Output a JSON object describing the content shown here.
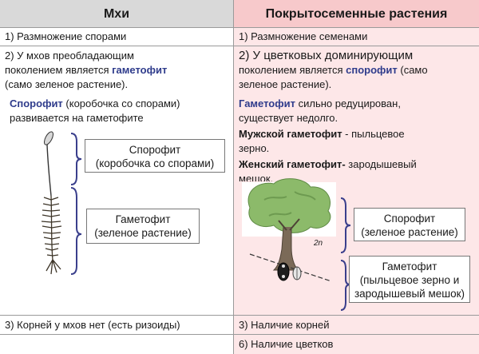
{
  "header": {
    "left": "Мхи",
    "right": "Покрытосеменные растения"
  },
  "mosses": {
    "row1": "1) Размножение спорами",
    "row2_line1": "2) У мхов преобладающим",
    "row2_line2a": "поколением является ",
    "row2_line2b": "гаметофит",
    "row2_line3": "(само зеленое растение).",
    "sporophyte_term": "Спорофит",
    "sporophyte_rest": " (коробочка со спорами)",
    "sporophyte_line2": "развивается на гаметофите",
    "box_sporophyte_line1": "Спорофит",
    "box_sporophyte_line2": "(коробочка со спорами)",
    "box_gametophyte_line1": "Гаметофит",
    "box_gametophyte_line2": "(зеленое растение)",
    "row3": "3) Корней у мхов нет (есть ризоиды)"
  },
  "angiosperms": {
    "row1": "1) Размножение семенами",
    "row2_line1": "2) У цветковых доминирующим",
    "row2_line2a": "поколением является ",
    "row2_line2b": "спорофит",
    "row2_line2c": " (само",
    "row2_line3": "зеленое растение).",
    "gam_term": "Гаметофит",
    "gam_rest": " сильно редуцирован,",
    "gam_line2": "существует недолго.",
    "male_term": "Мужской гаметофит",
    "male_rest": " - пыльцевое",
    "male_line2": "зерно.",
    "female_term": "Женский гаметофит-",
    "female_rest": " зародышевый",
    "female_line2": "мешок.",
    "label_2n": "2n",
    "box_sporophyte_line1": "Спорофит",
    "box_sporophyte_line2": "(зеленое растение)",
    "box_gametophyte_line1": "Гаметофит",
    "box_gametophyte_line2": "(пыльцевое зерно и",
    "box_gametophyte_line3": "зародышевый мешок)",
    "row3": "3) Наличие корней",
    "row4": "6) Наличие цветков"
  },
  "colors": {
    "header_left": "#d9d9d9",
    "header_right": "#f7c9cb",
    "right_bg": "#fde7e8",
    "term_blue": "#2f3c8c",
    "bracket": "#3a3f8c"
  },
  "icons": [
    "moss-plant-drawing",
    "tree-drawing",
    "embryo-sac-drawing",
    "pollen-grain-drawing"
  ]
}
